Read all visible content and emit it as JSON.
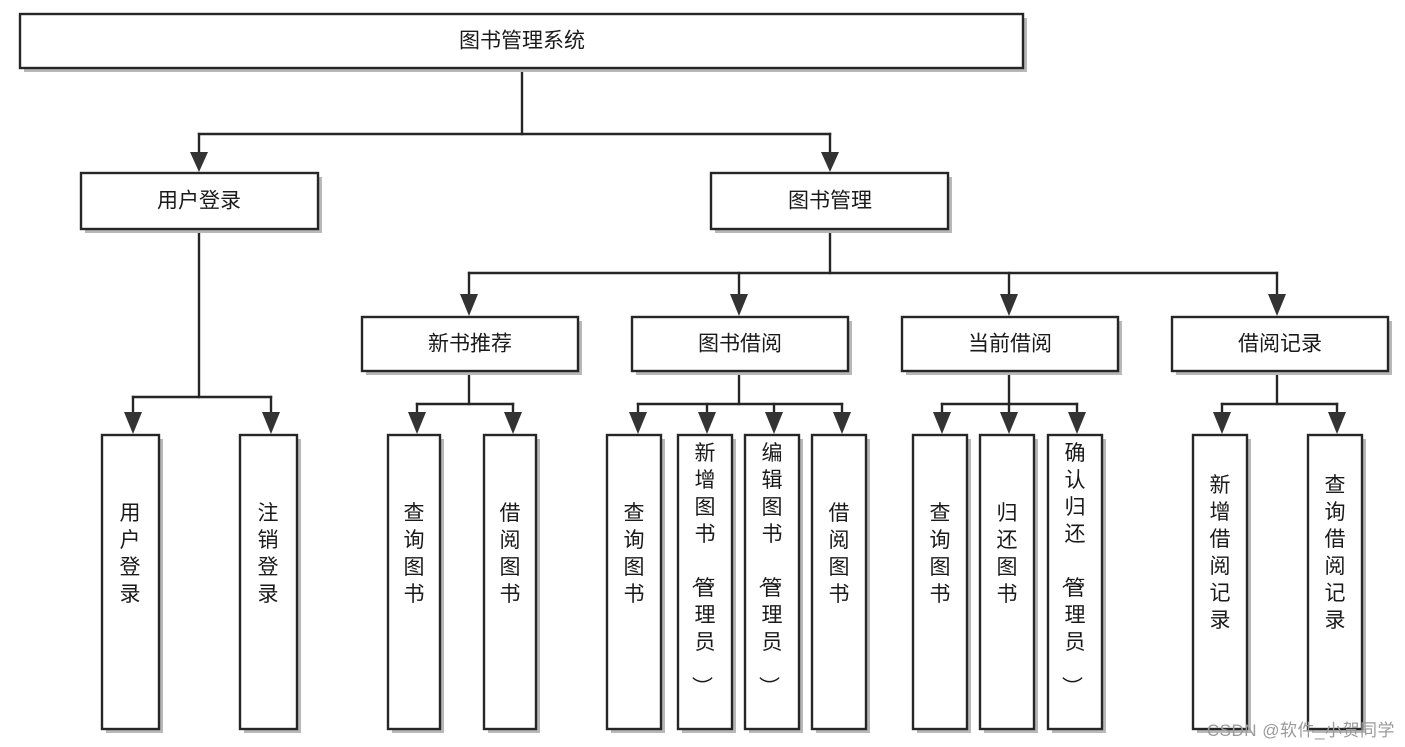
{
  "diagram": {
    "type": "tree",
    "title": "图书管理系统",
    "watermark": "CSDN @软件_小贺同学",
    "colors": {
      "background": "#ffffff",
      "border": "#262626",
      "text": "#1a1a1a",
      "shadow": "#b8b8b8",
      "watermark": "#9a9a9a"
    },
    "nodes": {
      "root": {
        "label": "图书管理系统",
        "level": 0
      },
      "l1": [
        {
          "id": "user-login",
          "label": "用户登录"
        },
        {
          "id": "book-manage",
          "label": "图书管理"
        }
      ],
      "l2": [
        {
          "id": "new-book-rec",
          "label": "新书推荐",
          "parent": "book-manage"
        },
        {
          "id": "book-borrow",
          "label": "图书借阅",
          "parent": "book-manage"
        },
        {
          "id": "current-borrow",
          "label": "当前借阅",
          "parent": "book-manage"
        },
        {
          "id": "borrow-record",
          "label": "借阅记录",
          "parent": "book-manage"
        }
      ],
      "leaves": {
        "user-login": [
          {
            "id": "leaf-user-login",
            "label": "用户登录"
          },
          {
            "id": "leaf-logout",
            "label": "注销登录"
          }
        ],
        "new-book-rec": [
          {
            "id": "leaf-query-book-1",
            "label": "查询图书"
          },
          {
            "id": "leaf-borrow-book-1",
            "label": "借阅图书"
          }
        ],
        "book-borrow": [
          {
            "id": "leaf-query-book-2",
            "label": "查询图书"
          },
          {
            "id": "leaf-add-book",
            "label": "新增图书（管理员）"
          },
          {
            "id": "leaf-edit-book",
            "label": "编辑图书（管理员）"
          },
          {
            "id": "leaf-borrow-book-2",
            "label": "借阅图书"
          }
        ],
        "current-borrow": [
          {
            "id": "leaf-query-book-3",
            "label": "查询图书"
          },
          {
            "id": "leaf-return-book",
            "label": "归还图书"
          },
          {
            "id": "leaf-confirm-return",
            "label": "确认归还（管理员）"
          }
        ],
        "borrow-record": [
          {
            "id": "leaf-add-record",
            "label": "新增借阅记录"
          },
          {
            "id": "leaf-query-record",
            "label": "查询借阅记录"
          }
        ]
      }
    }
  }
}
